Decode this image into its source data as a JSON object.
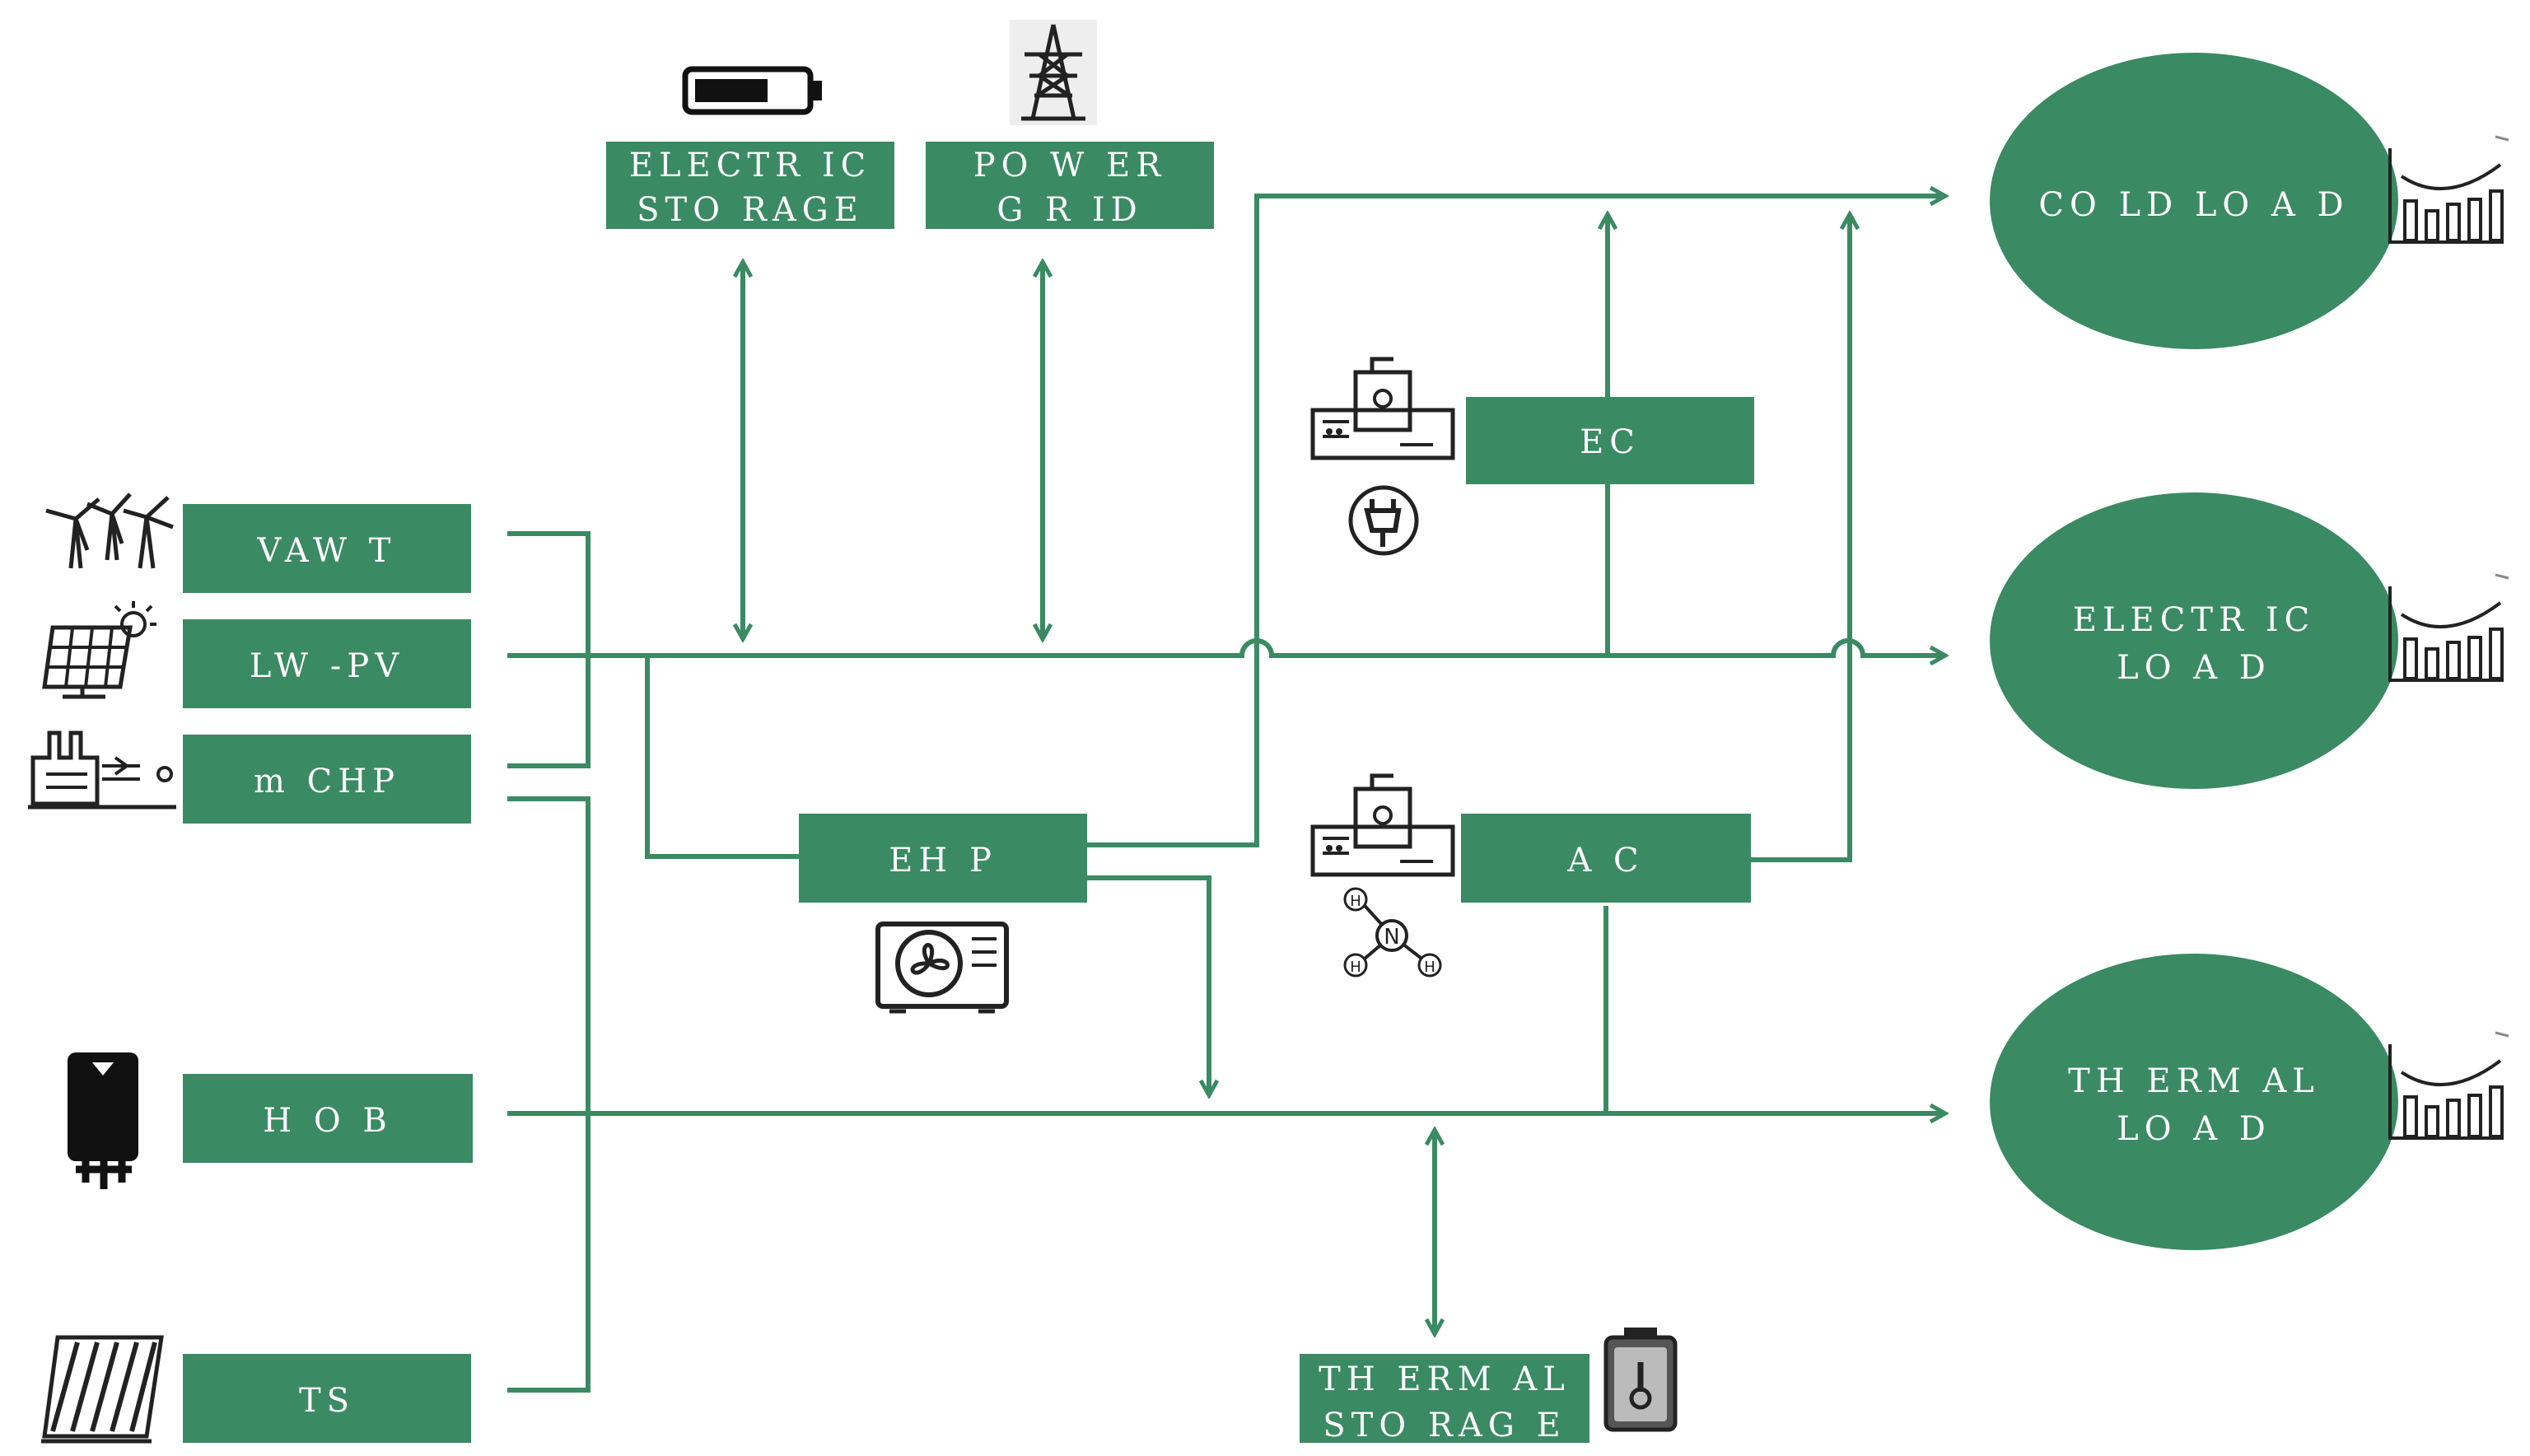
{
  "colors": {
    "box_fill": "#3a8a63",
    "flow_line": "#3a8a63",
    "load_fill": "#3a8a63",
    "text": "#ffffff",
    "icon": "#222222"
  },
  "sources": {
    "vawt": "VAW T",
    "lwpv": "LW -PV",
    "mchp": "m CHP",
    "hob": "H O B",
    "ts": "TS"
  },
  "storage": {
    "electric_line1": "ELECTR IC",
    "electric_line2": "STO RAGE",
    "grid_line1": "PO W ER",
    "grid_line2": "G R ID",
    "thermal_line1": "TH ERM AL",
    "thermal_line2": "STO RAG E"
  },
  "converters": {
    "ec": "EC",
    "ehp": "EH P",
    "ac": "A C"
  },
  "loads": {
    "cold": "CO LD LO A D",
    "electric_line1": "ELECTR IC",
    "electric_line2": "LO A D",
    "thermal_line1": "TH ERM AL",
    "thermal_line2": "LO A D"
  },
  "icons": {
    "battery": "battery-icon",
    "pylon": "power-pylon-icon",
    "wind": "wind-turbines-icon",
    "solar": "solar-panel-icon",
    "chp": "chp-factory-icon",
    "boiler": "boiler-icon",
    "solar_thermal": "solar-thermal-collector-icon",
    "chiller": "chiller-icon",
    "plug": "plug-icon",
    "ammonia": "ammonia-molecule-icon",
    "heat_pump": "heat-pump-fan-icon",
    "thermal_battery": "thermal-battery-icon",
    "load_chart": "load-chart-icon"
  }
}
